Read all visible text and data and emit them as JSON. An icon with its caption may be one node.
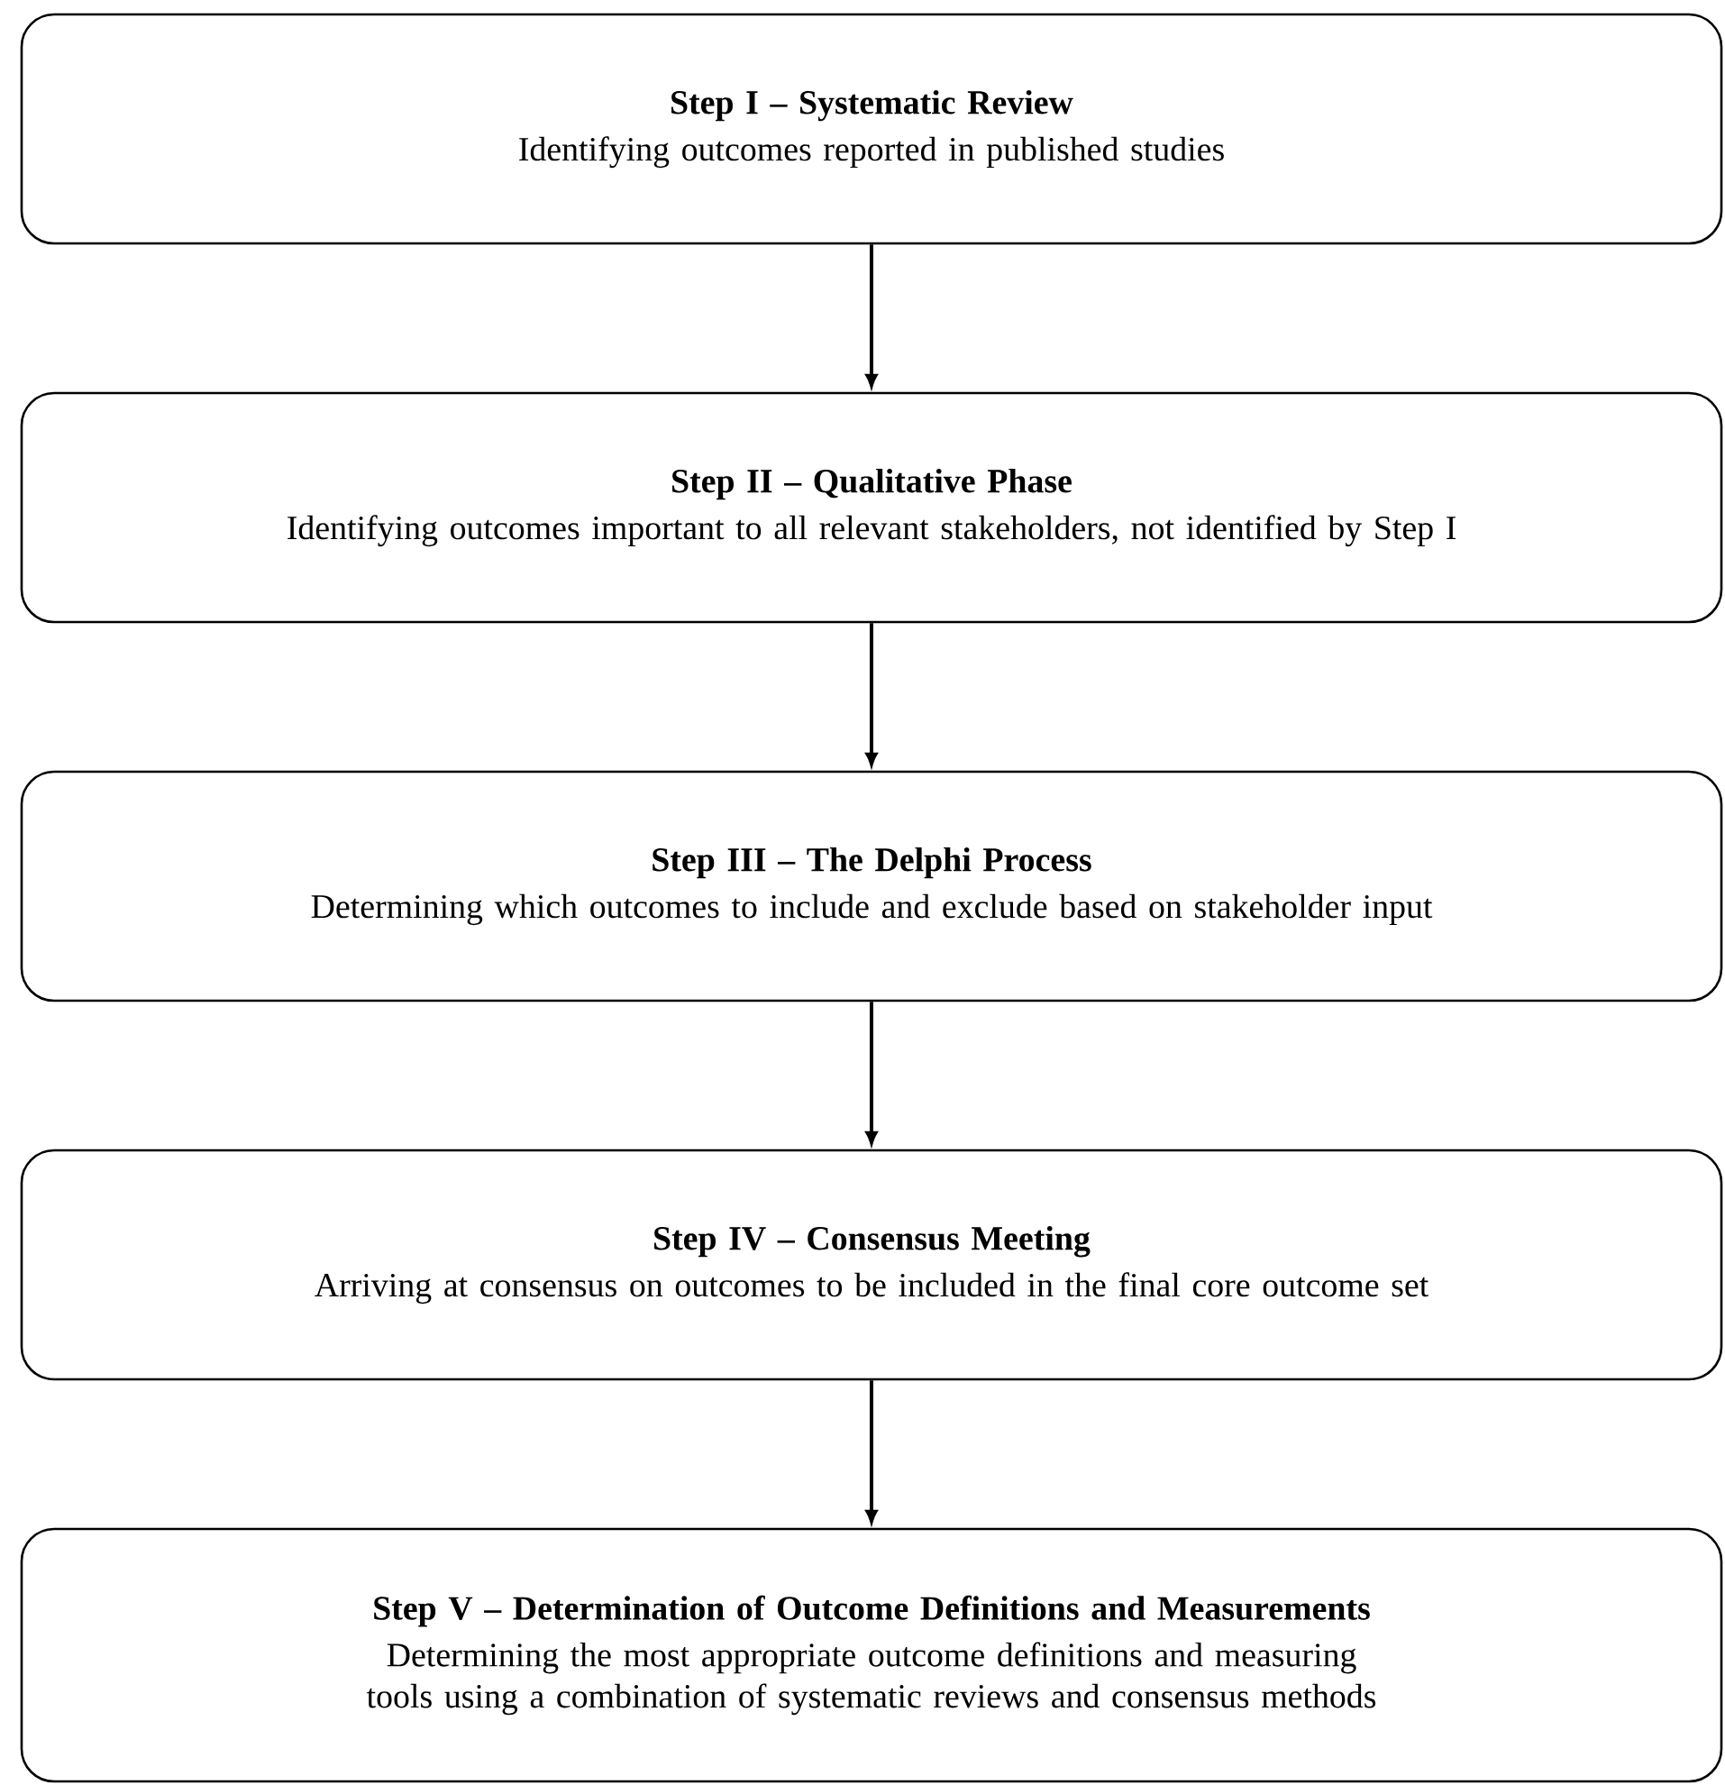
{
  "diagram": {
    "nodes": [
      {
        "text": [
          "Step I – Systematic Review",
          "Identifying outcomes reported in published studies"
        ]
      },
      {
        "text": [
          "Step II – Qualitative Phase",
          "Identifying outcomes important to all relevant stakeholders, not identified by Step I"
        ]
      },
      {
        "text": [
          "Step III – The Delphi Process",
          "Determining which outcomes to include and exclude based on stakeholder input"
        ]
      },
      {
        "text": [
          "Step IV – Consensus Meeting",
          "Arriving at consensus on outcomes to be included in the final core outcome set"
        ]
      },
      {
        "text": [
          "Step V – Determination of Outcome Definitions and Measurements",
          "Determining the most appropriate outcome definitions and measuring tools using a combination of systematic reviews and consensus methods"
        ]
      }
    ],
    "edges": [
      {
        "from": 0,
        "to": 1,
        "arrow": "to"
      },
      {
        "from": 1,
        "to": 2,
        "arrow": "to"
      },
      {
        "from": 2,
        "to": 3,
        "arrow": "to"
      },
      {
        "from": 3,
        "to": 4,
        "arrow": "to"
      }
    ]
  }
}
